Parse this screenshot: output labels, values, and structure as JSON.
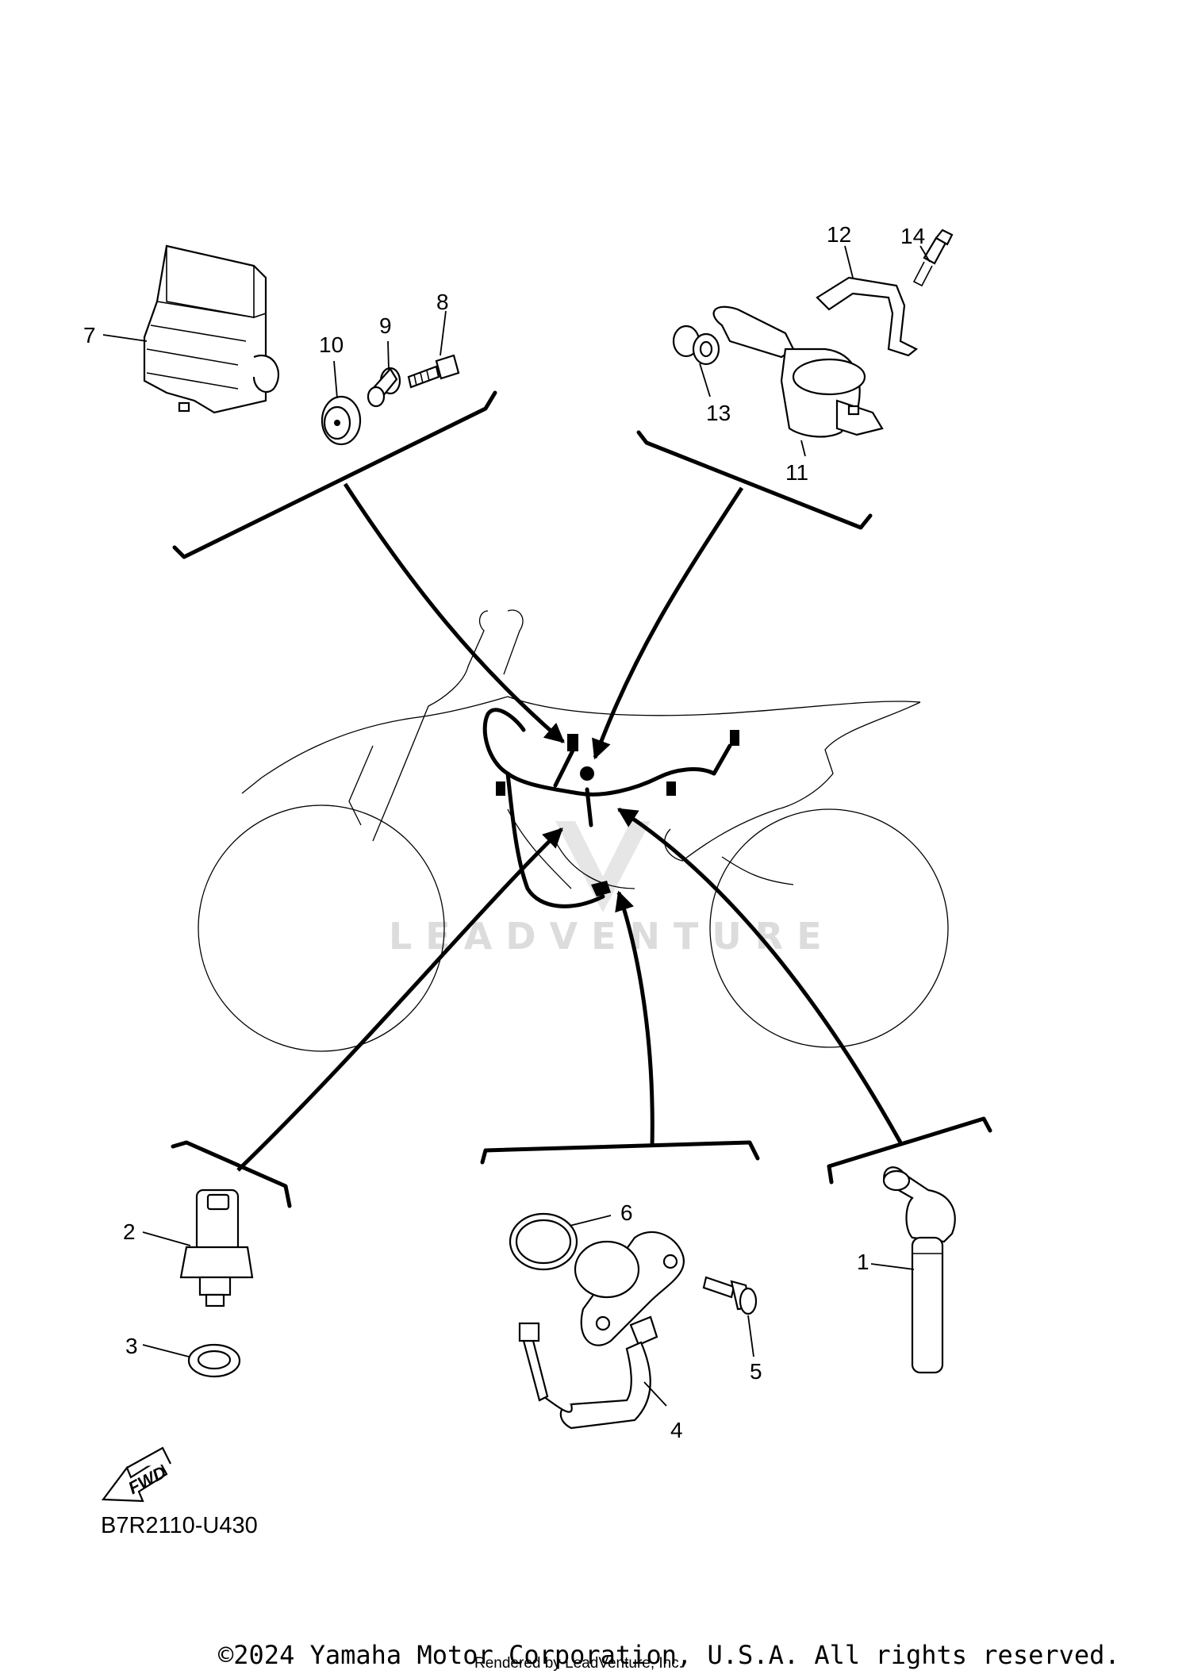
{
  "diagram": {
    "code": "B7R2110-U430",
    "copyright": "©2024 Yamaha Motor Corporation, U.S.A. All rights reserved.",
    "rendered_by": "Rendered by LeadVenture, Inc.",
    "watermark": "LEADVENTURE",
    "fwd_label": "FWD",
    "callouts": {
      "c1": "1",
      "c2": "2",
      "c3": "3",
      "c4": "4",
      "c5": "5",
      "c6": "6",
      "c7": "7",
      "c8": "8",
      "c9": "9",
      "c10": "10",
      "c11": "11",
      "c12": "12",
      "c13": "13",
      "c14": "14"
    }
  }
}
